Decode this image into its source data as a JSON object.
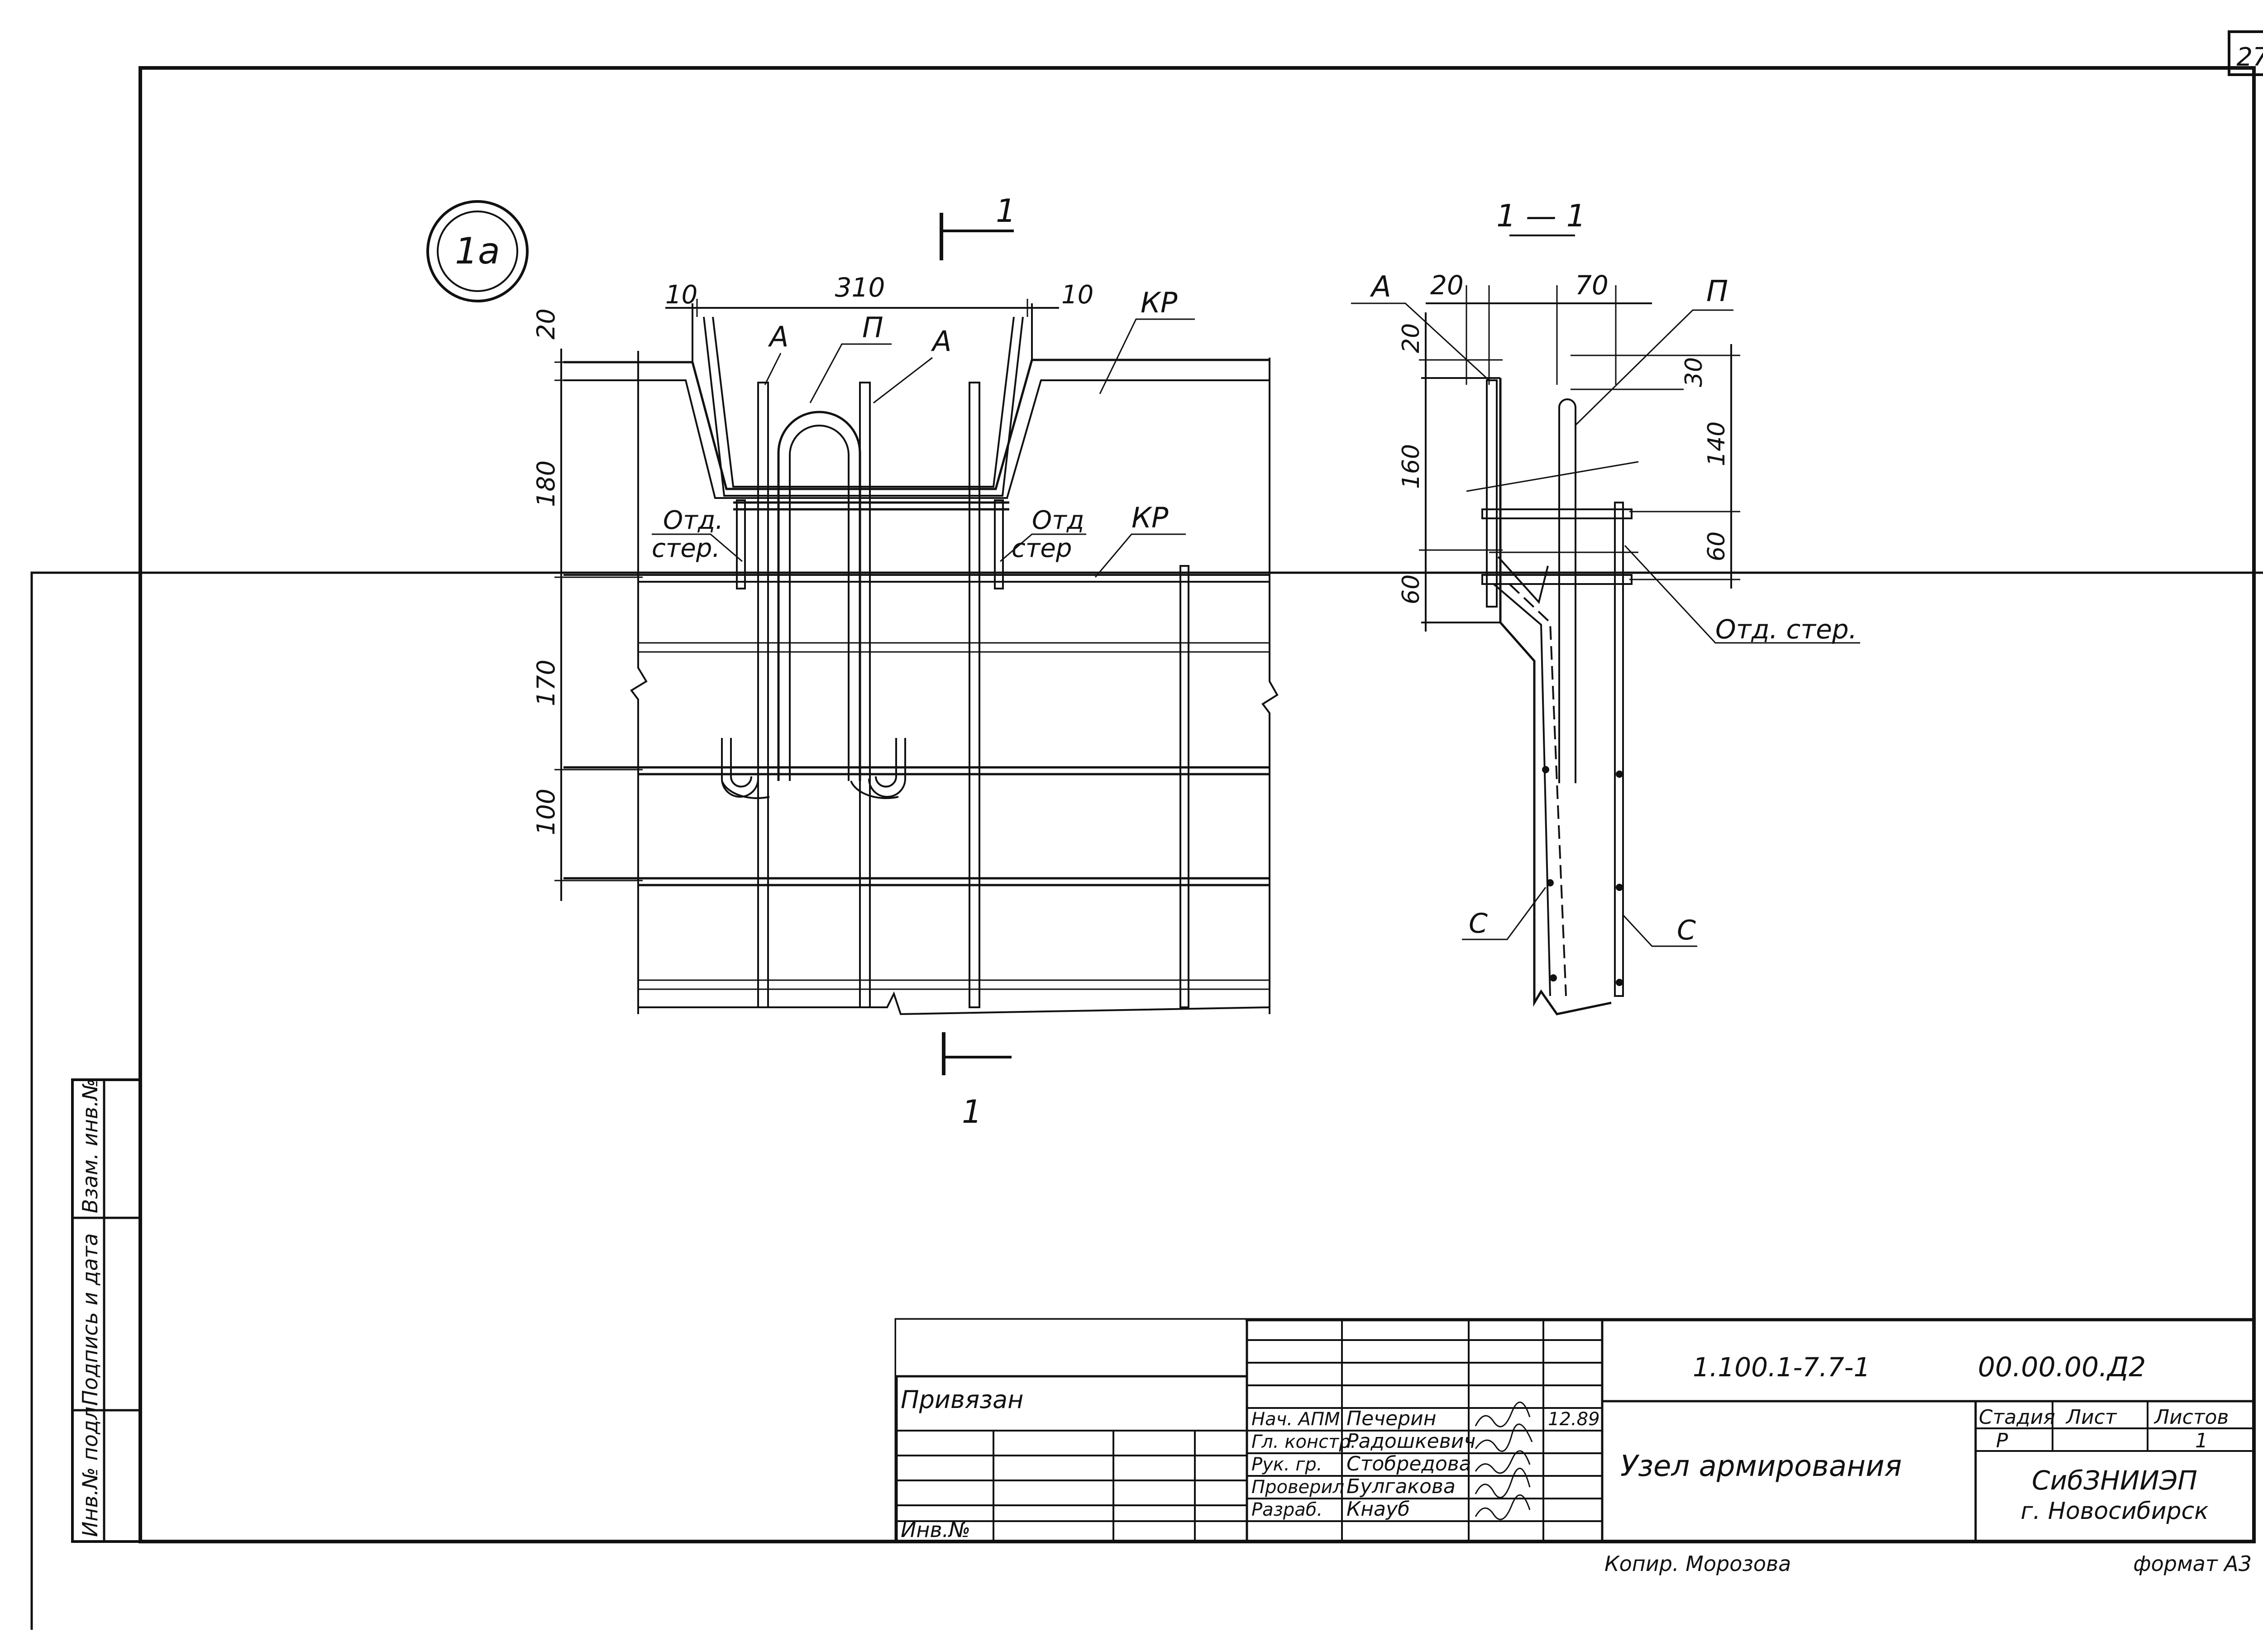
{
  "sheet": {
    "number": "27",
    "copied_by": "Копир. Морозова",
    "format": "формат А3"
  },
  "detail": {
    "mark": "1а",
    "section_mark": "1",
    "section_title": "1 — 1"
  },
  "front_view": {
    "dims_top": [
      "10",
      "310",
      "10"
    ],
    "dims_left": [
      "20",
      "180",
      "170",
      "100"
    ],
    "labels": {
      "A_left": "А",
      "P": "П",
      "A_right": "А",
      "KR_top": "КР",
      "KR_mid": "КР",
      "otd_left_1": "Отд.",
      "otd_left_2": "стер.",
      "otd_right_1": "Отд",
      "otd_right_2": "стер"
    }
  },
  "section_view": {
    "dims_top": [
      "20",
      "70"
    ],
    "dims_left": [
      "20",
      "160",
      "60"
    ],
    "dims_right": [
      "30",
      "140",
      "60"
    ],
    "labels": {
      "A": "А",
      "P": "П",
      "otd": "Отд. стер.",
      "C_left": "С",
      "C_right": "С"
    }
  },
  "side_stamp": [
    "Инв.№ подл.",
    "Подпись и дата",
    "Взам. инв.№"
  ],
  "title_block": {
    "privyazan": "Привязан",
    "inv_no": "Инв.№",
    "doc_code": "1.100.1-7.7-1",
    "sheet_code": "00.00.00.Д2",
    "title": "Узел армирования",
    "stage_header": "Стадия",
    "sheet_header": "Лист",
    "sheets_header": "Листов",
    "stage": "Р",
    "sheet": "",
    "sheets": "1",
    "org_line1": "СибЗНИИЭП",
    "org_line2": "г. Новосибирск",
    "date": "12.89",
    "people": [
      {
        "role": "Нач. АПМ",
        "name": "Печерин"
      },
      {
        "role": "Гл. констр.",
        "name": "Радошкевич"
      },
      {
        "role": "Рук. гр.",
        "name": "Стобредова"
      },
      {
        "role": "Проверил",
        "name": "Булгакова"
      },
      {
        "role": "Разраб.",
        "name": "Кнауб"
      }
    ]
  }
}
